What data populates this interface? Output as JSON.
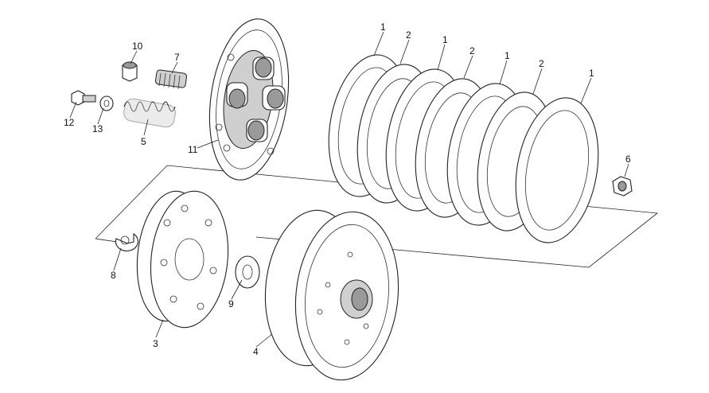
{
  "callouts": [
    {
      "id": "c1a",
      "text": "1"
    },
    {
      "id": "c2a",
      "text": "2"
    },
    {
      "id": "c1b",
      "text": "1"
    },
    {
      "id": "c2b",
      "text": "2"
    },
    {
      "id": "c1c",
      "text": "1"
    },
    {
      "id": "c2c",
      "text": "2"
    },
    {
      "id": "c1d",
      "text": "1"
    },
    {
      "id": "c3",
      "text": "3"
    },
    {
      "id": "c4",
      "text": "4"
    },
    {
      "id": "c5",
      "text": "5"
    },
    {
      "id": "c6",
      "text": "6"
    },
    {
      "id": "c7",
      "text": "7"
    },
    {
      "id": "c8",
      "text": "8"
    },
    {
      "id": "c9",
      "text": "9"
    },
    {
      "id": "c10",
      "text": "10"
    },
    {
      "id": "c11",
      "text": "11"
    },
    {
      "id": "c12",
      "text": "12"
    },
    {
      "id": "c13",
      "text": "13"
    }
  ]
}
